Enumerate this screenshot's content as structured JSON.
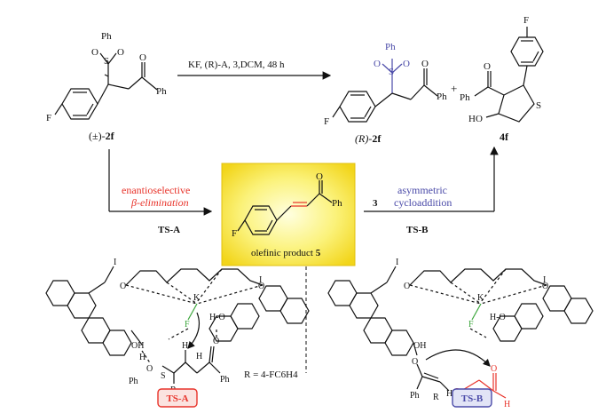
{
  "top": {
    "reactant_prefix": "(±)-",
    "reactant_num": "2f",
    "conditions": "KF, (R)-A, 3,DCM, 48 h",
    "product1_prefix": "(R)-",
    "product1_num": "2f",
    "plus": "+",
    "product2_num": "4f"
  },
  "middle": {
    "left_label_line1": "enantioselective",
    "left_label_line2": "β-elimination",
    "left_ts": "TS-A",
    "box_caption_text": "olefinic product",
    "box_caption_num": "5",
    "reagent_num": "3",
    "right_label_line1": "asymmetric",
    "right_label_line2": "cycloaddition",
    "right_ts": "TS-B"
  },
  "atoms": {
    "Ph": "Ph",
    "S": "S",
    "O": "O",
    "F": "F",
    "HO": "HO",
    "I": "I",
    "H": "H",
    "K": "K",
    "R": "R",
    "OH": "OH",
    "HO_dash": "H-O"
  },
  "bottom": {
    "r_def": "R = 4-FC6H4",
    "ts_a_badge": "TS-A",
    "ts_b_badge": "TS-B"
  },
  "colors": {
    "red": "#e8332a",
    "blue": "#4a4aa8",
    "green": "#3aa53a",
    "box_yellow": "#f7ea2a"
  }
}
